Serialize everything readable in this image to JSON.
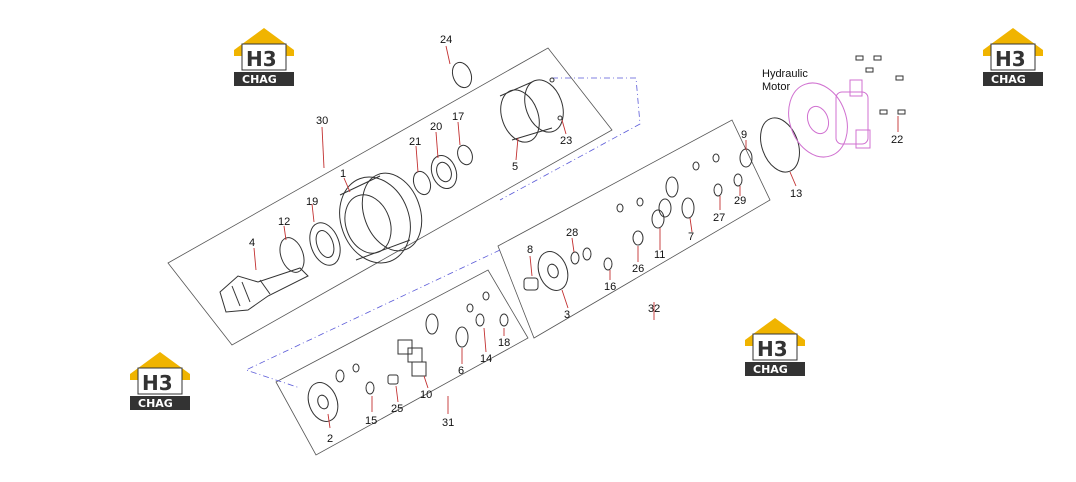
{
  "logos": [
    {
      "name": "logo-top-left",
      "letters": "H3",
      "text": "CHAG"
    },
    {
      "name": "logo-top-right",
      "letters": "H3",
      "text": "CHAG"
    },
    {
      "name": "logo-bottom-left",
      "letters": "H3",
      "text": "CHAG"
    },
    {
      "name": "logo-bottom-center",
      "letters": "H3",
      "text": "CHAG"
    }
  ],
  "motor": {
    "line1": "Hydraulic",
    "line2": "Motor"
  },
  "parts": [
    "1",
    "2",
    "3",
    "4",
    "5",
    "6",
    "7",
    "8",
    "9",
    "10",
    "11",
    "12",
    "13",
    "14",
    "15",
    "16",
    "17",
    "18",
    "19",
    "20",
    "21",
    "22",
    "23",
    "24",
    "25",
    "26",
    "27",
    "28",
    "29",
    "30",
    "31",
    "32"
  ],
  "colors": {
    "logo_yellow": "#f0b400",
    "logo_dark": "#333333",
    "leader": "#c23030",
    "motor": "#d070d0",
    "dash": "#5a5ad8"
  }
}
